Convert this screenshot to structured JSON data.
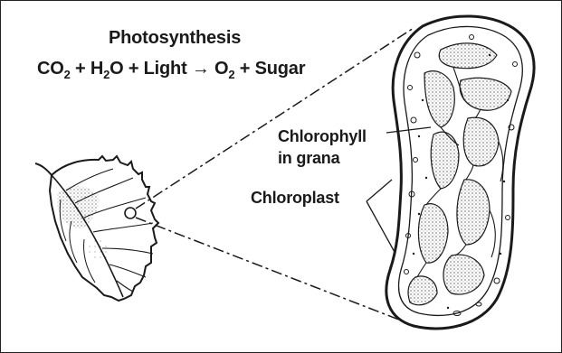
{
  "diagram": {
    "title": "Photosynthesis",
    "equation": {
      "co": "CO",
      "co_sub": "2",
      "plus1": " + H",
      "h_sub": "2",
      "o_light": "O + Light → O",
      "o_sub": "2",
      "sugar": " + Sugar"
    },
    "labels": {
      "chlorophyll_line1": "Chlorophyll",
      "chlorophyll_line2": "in grana",
      "chloroplast": "Chloroplast"
    },
    "colors": {
      "ink": "#1a1a1a",
      "stipple": "#555555",
      "background": "#ffffff"
    }
  }
}
